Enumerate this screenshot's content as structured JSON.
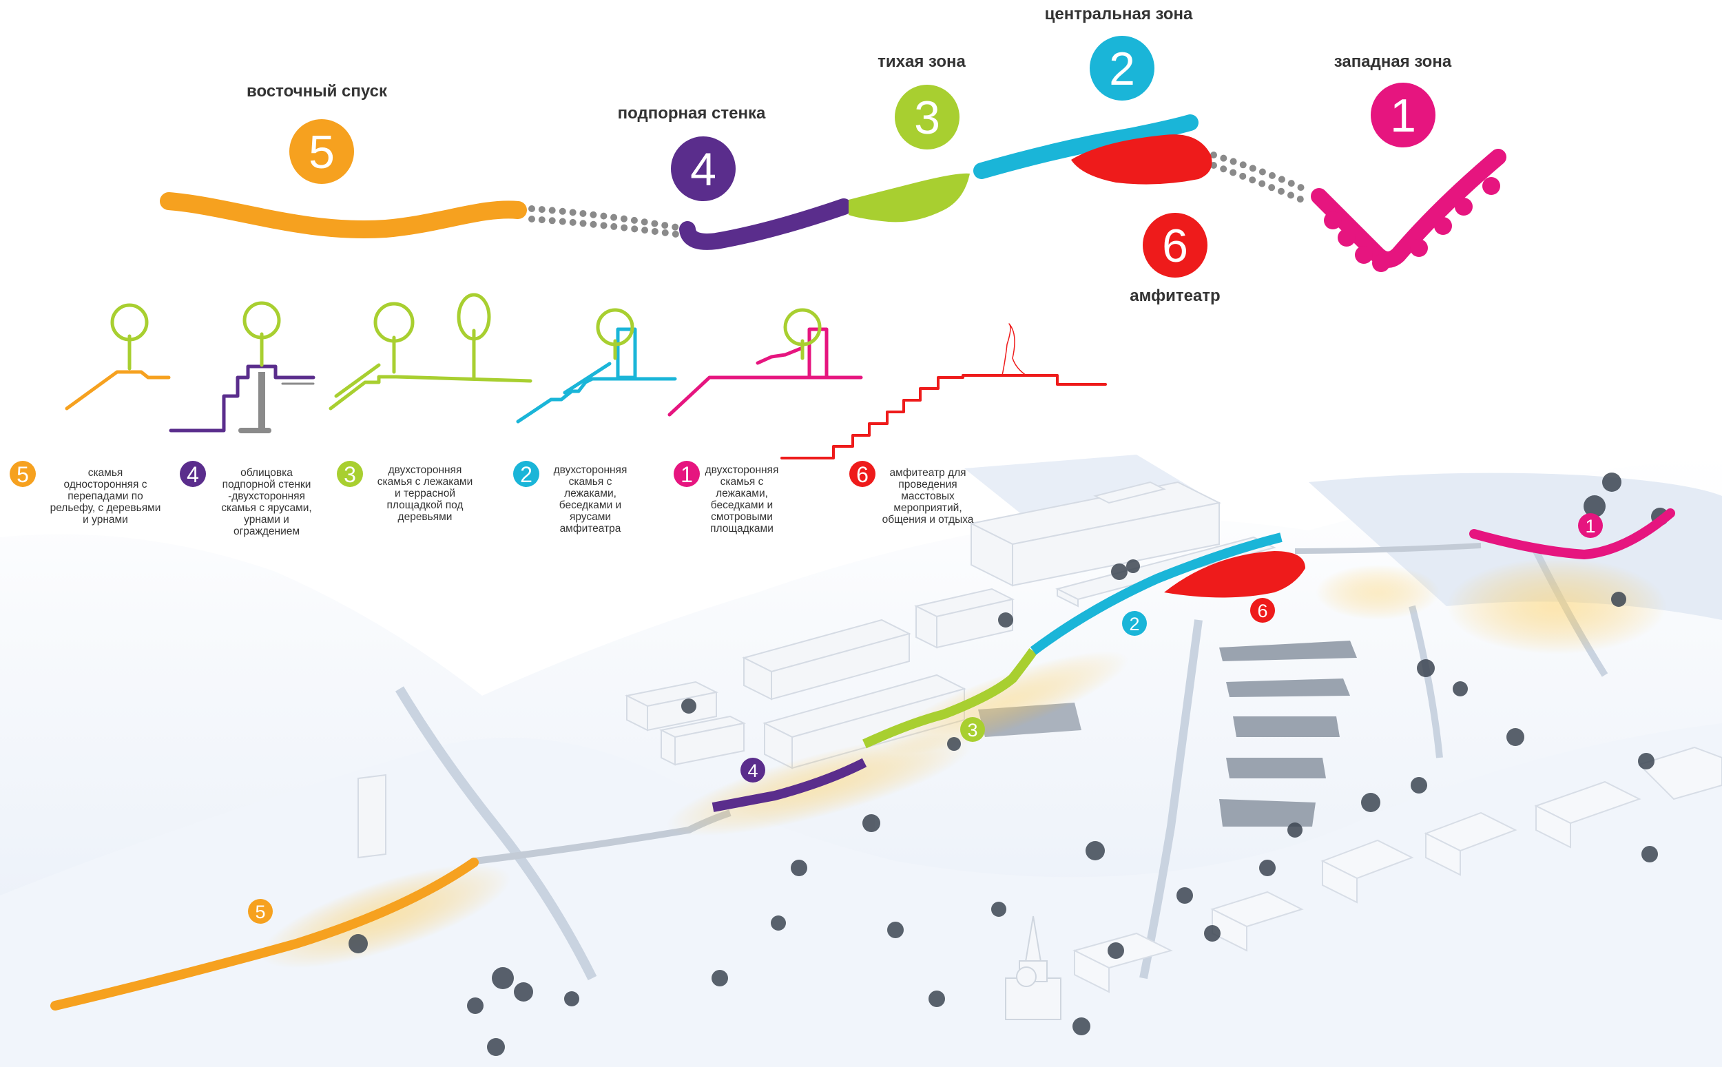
{
  "colors": {
    "zone1": "#e6157f",
    "zone2": "#1ab5d8",
    "zone3": "#a8cf30",
    "zone4": "#5a2d8c",
    "zone5": "#f6a11f",
    "zone6": "#ee1b1b",
    "connector": "#8a8a8a",
    "terrain": "#eef3fa",
    "building": "#f4f6f9",
    "tree": "#3d4652"
  },
  "zones": [
    {
      "id": "1",
      "number": "1",
      "title": "западная зона",
      "legend": [
        "двухсторонняя",
        "скамья с",
        "лежаками,",
        "беседками и",
        "смотровыми",
        "площадками"
      ]
    },
    {
      "id": "2",
      "number": "2",
      "title": "центральная зона",
      "legend": [
        "двухсторонняя",
        "скамья с",
        "лежаками,",
        "беседками и",
        "ярусами",
        "амфитеатра"
      ]
    },
    {
      "id": "3",
      "number": "3",
      "title": "тихая зона",
      "legend": [
        "двухсторонняя",
        "скамья с лежаками",
        "и террасной",
        "площадкой под",
        "деревьями"
      ]
    },
    {
      "id": "4",
      "number": "4",
      "title": "подпорная стенка",
      "legend": [
        "облицовка",
        "подпорной стенки",
        "-двухсторонняя",
        "скамья с ярусами,",
        "урнами и",
        "ограждением"
      ]
    },
    {
      "id": "5",
      "number": "5",
      "title": "восточный спуск",
      "legend": [
        "скамья",
        "односторонняя с",
        "перепадами по",
        "рельефу, с деревьями",
        "и урнами"
      ]
    },
    {
      "id": "6",
      "number": "6",
      "title": "амфитеатр",
      "legend": [
        "амфитеатр для",
        "проведения",
        "масстовых",
        "мероприятий,",
        "общения и отдыха"
      ]
    }
  ]
}
